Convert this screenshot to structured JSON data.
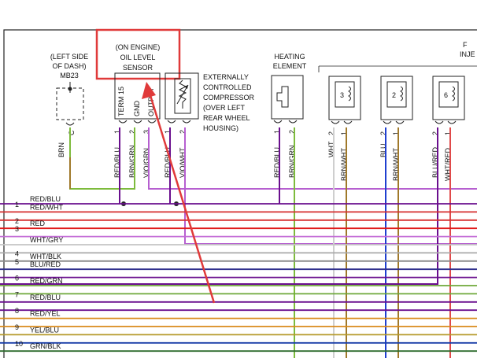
{
  "components": {
    "mb23": {
      "lines": [
        "(LEFT SIDE",
        "OF DASH)",
        "MB23"
      ],
      "pin_label": "C",
      "wire": "BRN"
    },
    "oil_sensor": {
      "title_lines": [
        "(ON ENGINE)",
        "OIL LEVEL",
        "SENSOR"
      ],
      "pins": [
        "TERM 15",
        "GND",
        "OUTPUT"
      ],
      "pin_numbers": [
        "1",
        "2",
        "3"
      ],
      "wires": [
        "RED/BLU",
        "BRN/GRN",
        "VIO/GRN"
      ]
    },
    "compressor": {
      "desc_lines": [
        "EXTERNALLY",
        "CONTROLLED",
        "COMPRESSOR",
        "(OVER LEFT",
        "REAR WHEEL",
        "HOUSING)"
      ],
      "pin_numbers": [
        "1",
        "2"
      ],
      "wires": [
        "RED/BLU",
        "VIO/WHT"
      ]
    },
    "heating": {
      "title_lines": [
        "HEATING",
        "ELEMENT"
      ],
      "pin_numbers": [
        "1",
        "2"
      ],
      "wires": [
        "RED/BLU",
        "BRN/GRN"
      ]
    },
    "injectors": {
      "title_lines": [
        "F",
        "INJE"
      ],
      "items": [
        {
          "coil": "3",
          "pin_numbers": [
            "2",
            "1"
          ],
          "wires": [
            "WHT",
            "BRN/WHT"
          ]
        },
        {
          "coil": "2",
          "pin_numbers": [
            "2",
            "1"
          ],
          "wires": [
            "BLU",
            "BRN/WHT"
          ]
        },
        {
          "coil": "6",
          "pin_numbers": [
            "2",
            "1"
          ],
          "wires": [
            "BLU/RED",
            "WHT/RED"
          ]
        }
      ]
    }
  },
  "buses": [
    {
      "num": "1",
      "label": "RED/BLU",
      "color": "#6a0f8e"
    },
    {
      "num": "",
      "label": "RED/WHT",
      "color": "#d62f2f"
    },
    {
      "num": "2",
      "label": "",
      "color": "#d62f2f"
    },
    {
      "num": "3",
      "label": "RED",
      "color": "#e01919"
    },
    {
      "num": "",
      "label": "",
      "color": "#c36bd6"
    },
    {
      "num": "",
      "label": "WHT/GRY",
      "color": "#c4c4c4"
    },
    {
      "num": "4",
      "label": "",
      "color": "#a8a8a8"
    },
    {
      "num": "5",
      "label": "WHT/BLK",
      "color": "#8a8a8a"
    },
    {
      "num": "",
      "label": "BLU/RED",
      "color": "#2e2e8c"
    },
    {
      "num": "6",
      "label": "",
      "color": "#6a0f8e"
    },
    {
      "num": "",
      "label": "RED/GRN",
      "color": "#6fa83a"
    },
    {
      "num": "7",
      "label": "",
      "color": "#6fa83a"
    },
    {
      "num": "",
      "label": "RED/BLU",
      "color": "#6a0f8e"
    },
    {
      "num": "8",
      "label": "",
      "color": "#6a0f8e"
    },
    {
      "num": "",
      "label": "RED/YEL",
      "color": "#d98a1a"
    },
    {
      "num": "9",
      "label": "",
      "color": "#d98a1a"
    },
    {
      "num": "",
      "label": "YEL/BLU",
      "color": "#b59a2a"
    },
    {
      "num": "10",
      "label": "",
      "color": "#1a3ea8"
    },
    {
      "num": "",
      "label": "GRN/BLK",
      "color": "#2d6b2d"
    }
  ],
  "colors": {
    "highlight": "#e03a3a",
    "wire_green": "#7dbb3c",
    "wire_violet": "#b65fd0",
    "wire_purple": "#6a0f8e",
    "wire_brown": "#a0792a",
    "wire_blue": "#1f3fd0",
    "wire_red": "#e04a4a"
  }
}
